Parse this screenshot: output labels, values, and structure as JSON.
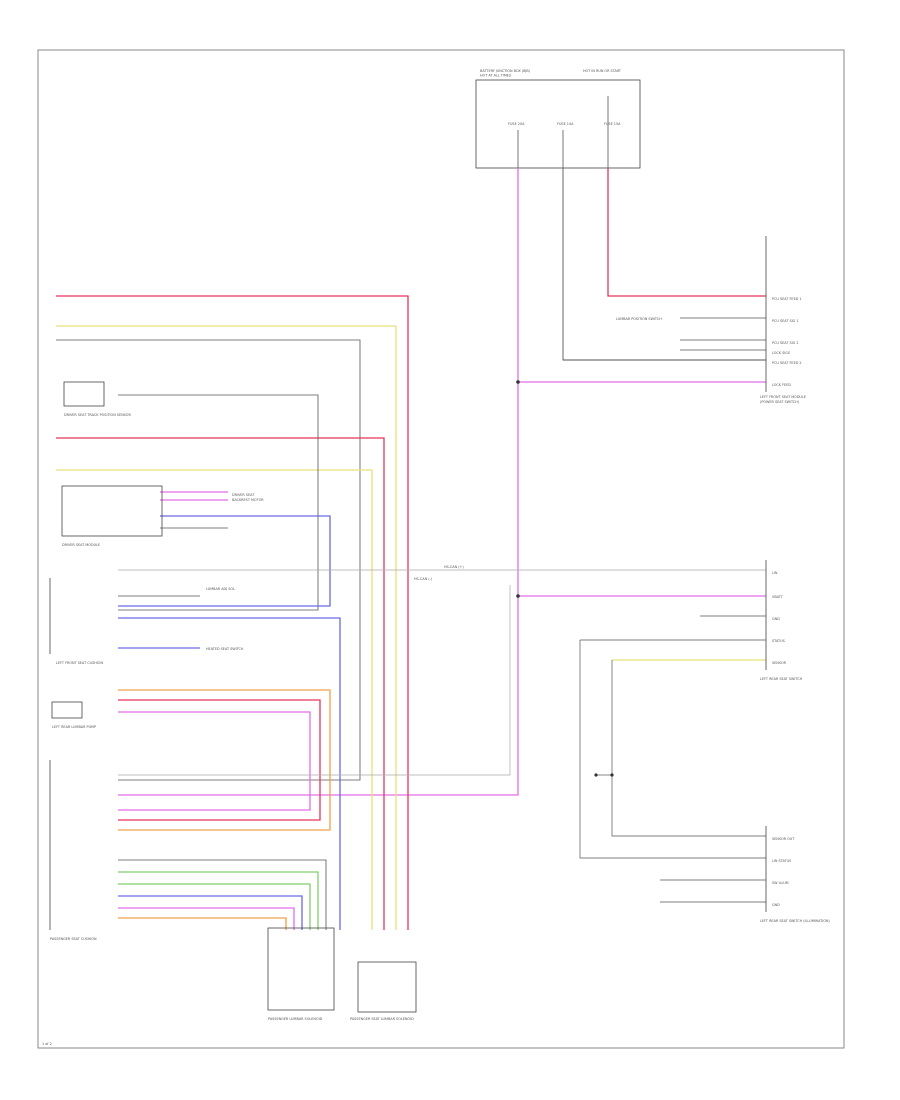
{
  "diagram": {
    "page_label": "1 of 2",
    "labels": {
      "fuse_box_title": "BATTERY JUNCTION BOX (BJB)",
      "fuse_box_sub": "HOT AT ALL TIMES",
      "fuse_box_right": "HOT IN RUN OR START",
      "fuse_a": "FUSE 20A",
      "fuse_b": "FUSE 10A",
      "fuse_c": "FUSE 15A",
      "right_connector_top": "LEFT FRONT SEAT MODULE",
      "right_connector_sub": "(POWER SEAT SWITCH)",
      "lumbar_label": "LUMBAR POSITION SWITCH",
      "seat_track_title": "DRIVER SEAT TRACK POSITION SENSOR",
      "driver_seat_title": "DRIVER SEAT MODULE",
      "left_front_seat_cushion": "LEFT FRONT SEAT CUSHION",
      "left_rear_seat": "LEFT REAR LUMBAR PUMP",
      "passenger_seat_title": "PASSENGER SEAT CUSHION",
      "bottom_left_connector": "PASSENGER LUMBAR SOLENOID",
      "bottom_right_connector": "PASSENGER SEAT LUMBAR SOLENOID",
      "right_mid_title": "LEFT REAR SEAT SWITCH",
      "right_bottom_title": "LEFT REAR SEAT SWITCH (ILLUMINATION)",
      "data_bus": "HS-CAN (+)",
      "data_bus2": "HS-CAN (-)"
    },
    "wire_colors": {
      "red": "#e8355a",
      "magenta": "#e46ee8",
      "yellow": "#e6e07a",
      "green": "#7fcf6a",
      "blue": "#6a6ae8",
      "orange": "#f0a04a",
      "black": "#555555",
      "gray": "#aaaaaa",
      "violet": "#b06ae0"
    }
  }
}
